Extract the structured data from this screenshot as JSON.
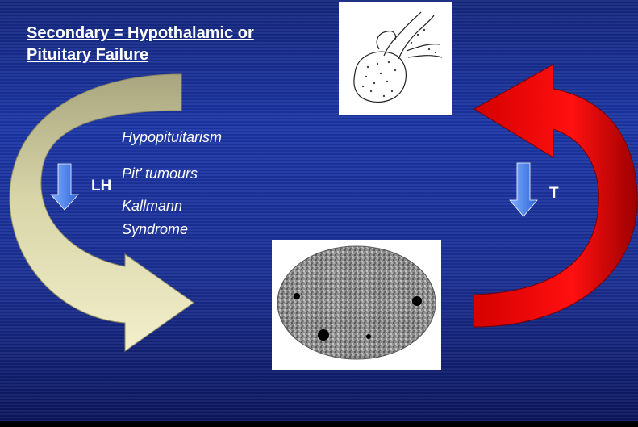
{
  "title": {
    "line1": "Secondary = Hypothalamic or",
    "line2": "Pituitary Failure"
  },
  "causes": [
    "Hypopituitarism",
    "Pit’ tumours",
    "Kallmann",
    "Syndrome"
  ],
  "labels": {
    "lh": "LH",
    "t": "T"
  },
  "images": {
    "top": "pituitary-gland-sketch",
    "bottom": "testis-section-image"
  },
  "colors": {
    "background": "#1a2f93",
    "left_arrow": "#e6e3b6",
    "right_arrow": "#e40000",
    "small_arrow": "#3a78e8",
    "text": "#ffffff"
  }
}
